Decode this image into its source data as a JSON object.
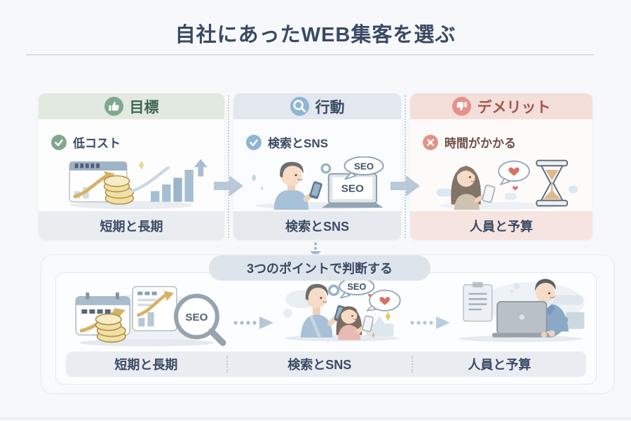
{
  "title": "自社にあったWEB集客を選ぶ",
  "seo_label": "SEO",
  "columns": [
    {
      "header": "目標",
      "header_icon": "thumbs-up",
      "point_icon": "check",
      "point": "低コスト",
      "caption": "短期と長期",
      "accent_color": "#7fa88f",
      "header_bg": "#e1e9e0",
      "header_text_color": "#3f6453",
      "illustration": "chart-coins-bargraph"
    },
    {
      "header": "行動",
      "header_icon": "magnifying-glass",
      "point_icon": "check",
      "point": "検索とSNS",
      "caption": "検索とSNS",
      "accent_color": "#8fb5d5",
      "header_bg": "#e2e8ee",
      "header_text_color": "#3b4a64",
      "illustration": "man-smartphone-laptop-seo"
    },
    {
      "header": "デメリット",
      "header_icon": "thumbs-down",
      "point_icon": "cross",
      "point": "時間がかかる",
      "caption": "人員と予算",
      "accent_color": "#e5918a",
      "header_bg": "#f3ded9",
      "header_text_color": "#a2564c",
      "illustration": "woman-smartphone-hourglass"
    }
  ],
  "summary": {
    "pill_label": "3つのポイントで判断する",
    "items": [
      {
        "label": "短期と長期",
        "illustration": "calendar-coins-seo-magnifier"
      },
      {
        "label": "検索とSNS",
        "illustration": "man-woman-smartphones-sns"
      },
      {
        "label": "人員と予算",
        "illustration": "businessman-laptop-documents"
      }
    ]
  },
  "colors": {
    "page_background": "#f7f8fa",
    "title_text": "#3a4a64",
    "body_text": "#3b4a64",
    "demerit_point_text": "#6e4c45",
    "flow_arrow": "#b9c9d8",
    "pill_background": "#dde4eb"
  }
}
